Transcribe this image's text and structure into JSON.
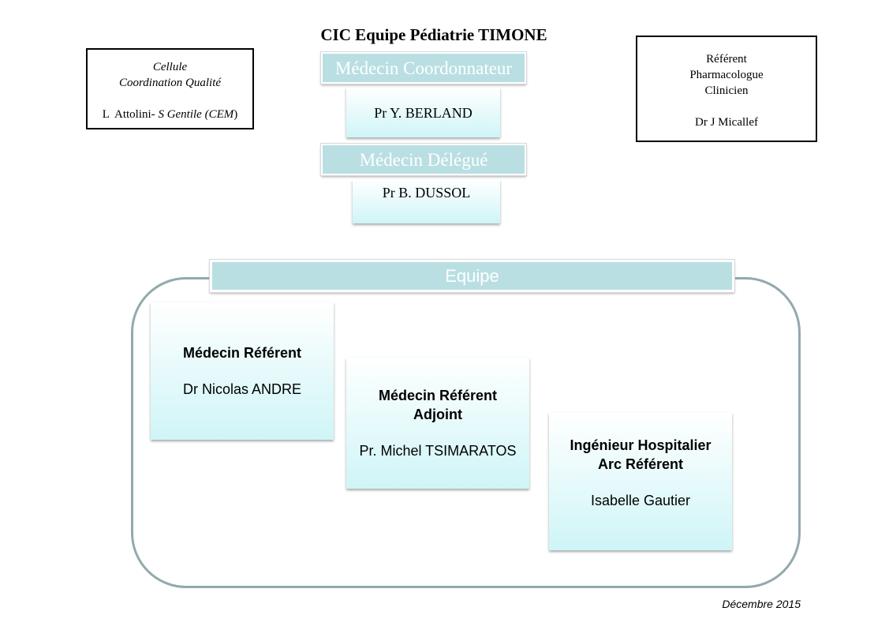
{
  "title": "CIC Equipe Pédiatrie TIMONE",
  "quality_cell": {
    "line1": "Cellule",
    "line2": "Coordination Qualité",
    "names_regular": "L  Attolini- ",
    "names_italic": "S Gentile (CEM",
    "names_close": ")"
  },
  "pharmacology": {
    "line1": "Référent",
    "line2": "Pharmacologue",
    "line3": "Clinicien",
    "name": "Dr J Micallef"
  },
  "coordinator": {
    "role": "Médecin Coordonnateur",
    "name": "Pr Y. BERLAND"
  },
  "delegate": {
    "role": "Médecin Délégué",
    "name": "Pr B. DUSSOL"
  },
  "team": {
    "label": "Equipe",
    "members": [
      {
        "role_line1": "Médecin Référent",
        "role_line2": "",
        "name": "Dr Nicolas ANDRE"
      },
      {
        "role_line1": "Médecin Référent",
        "role_line2": "Adjoint",
        "name": "Pr. Michel TSIMARATOS"
      },
      {
        "role_line1": "Ingénieur Hospitalier",
        "role_line2": "Arc Référent",
        "name": "Isabelle Gautier"
      }
    ]
  },
  "date": "Décembre 2015",
  "colors": {
    "banner": "#b9dfe3",
    "card_gradient_bottom": "#cff5f7",
    "frame": "#93a9ad"
  }
}
